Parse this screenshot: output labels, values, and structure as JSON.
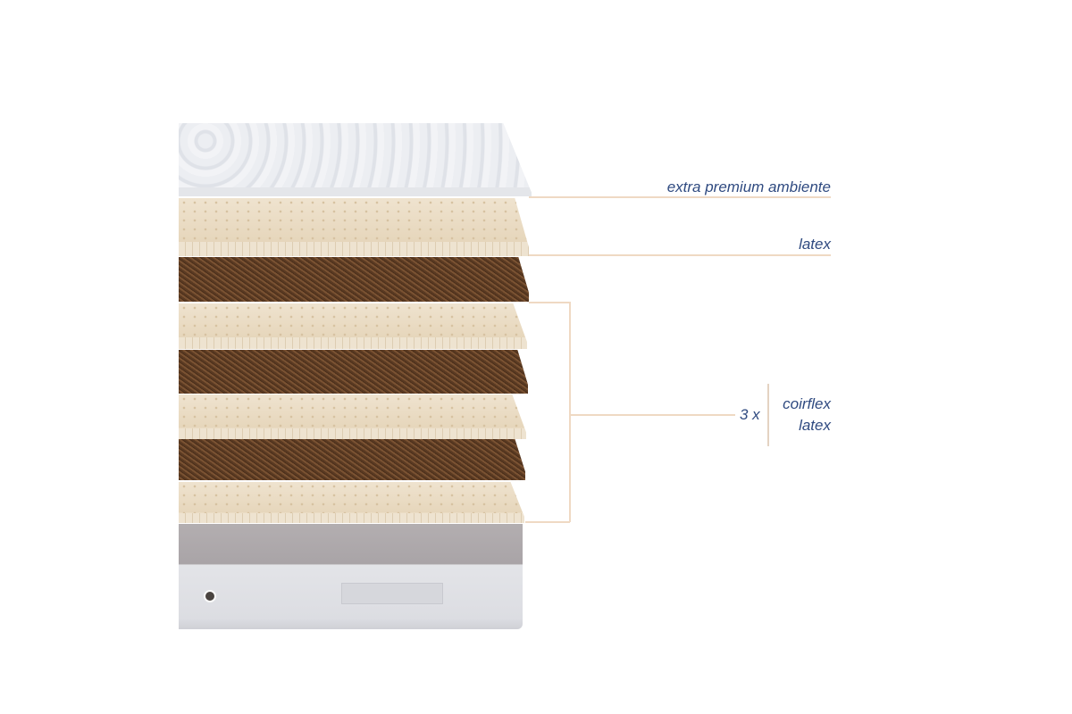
{
  "labels": {
    "top": "extra premium ambiente",
    "latex": "latex",
    "multiplier": "3 x",
    "repeat_1": "coirflex",
    "repeat_2": "latex"
  },
  "colors": {
    "label": "#2f4a80",
    "leader_line": "#efd9c3"
  }
}
